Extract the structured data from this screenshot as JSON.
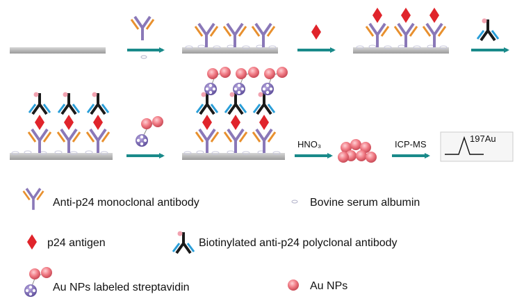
{
  "colors": {
    "surface": "#bdbdbd",
    "arrow": "#1a8a8a",
    "antigen": "#e0242b",
    "np": "#f07a84",
    "mono_purple": "#8a78b8",
    "mono_orange": "#e8902e",
    "bio_black": "#1a1a1a",
    "bio_blue": "#2a9ed8",
    "bio_pink": "#f2a2b0",
    "strep": "#7060a8"
  },
  "steps": {
    "hno3_label": "HNO₃",
    "icpms_label": "ICP-MS",
    "peak_label": "197Au"
  },
  "legend": {
    "mono_antibody": "Anti-p24 monoclonal antibody",
    "bsa": "Bovine serum albumin",
    "antigen": "p24 antigen",
    "biotin_antibody": "Biotinylated anti-p24 polyclonal antibody",
    "strep_label": "Au NPs labeled streptavidin",
    "au_nps": "Au NPs"
  }
}
